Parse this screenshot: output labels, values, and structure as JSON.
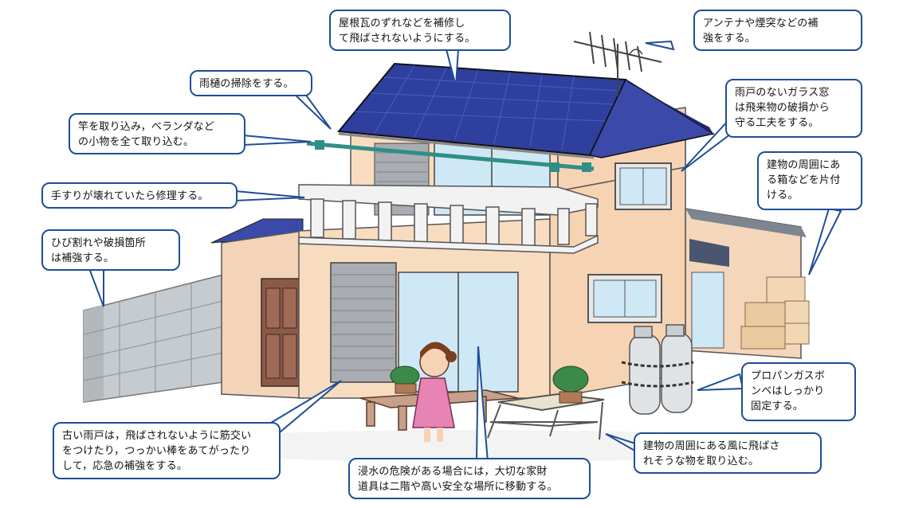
{
  "callouts": {
    "roof_tiles": "屋根瓦のずれなどを補修し\nて飛ばされないようにする。",
    "antenna": "アンテナや煙突などの補\n強をする。",
    "gutter": "雨樋の掃除をする。",
    "glass_window": "雨戸のないガラス窓\nは飛来物の破損から\n守る工夫をする。",
    "pole": "竿を取り込み，ベランダなど\nの小物を全て取り込む。",
    "boxes": "建物の周囲にあ\nる箱などを片付\nける。",
    "handrail": "手すりが壊れていたら修理する。",
    "cracks": "ひび割れや破損箇所\nは補強する。",
    "gas": "プロパンガスボ\nンベはしっかり\n固定する。",
    "shutters": "古い雨戸は，飛ばされないように筋交い\nをつけたり，つっかい棒をあてがったり\nして，応急の補強をする。",
    "flood": "浸水の危険がある場合には，大切な家財\n道具は二階や高い安全な場所に移動する。",
    "wind_items": "建物の周囲にある風に飛ばさ\nれそうな物を取り込む。"
  },
  "colors": {
    "callout_border": "#1f4e96",
    "roof": "#2f3f9e",
    "wall": "#f8dcc0",
    "glass": "#cfe8f5",
    "block_wall": "#c8ccd0"
  }
}
